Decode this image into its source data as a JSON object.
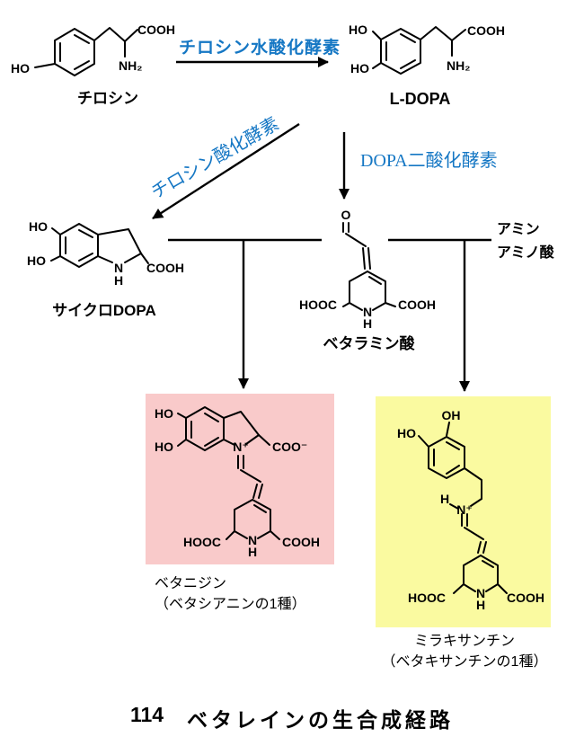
{
  "figure": {
    "number": "114",
    "title": "ベタレインの生合成経路"
  },
  "colors": {
    "enzyme_text": "#1577c4",
    "betacyanin_box": "#f9caca",
    "betaxanthin_box": "#fafaa0",
    "structure": "#000000",
    "background": "#ffffff"
  },
  "enzymes": {
    "tyrosine_hydroxylase": "チロシン水酸化酵素",
    "tyrosine_oxidase": "チロシン酸化酵素",
    "dopa_dioxygenase": "DOPA二酸化酵素"
  },
  "side_note": {
    "line1": "アミン",
    "line2": "アミノ酸"
  },
  "compounds": {
    "tyrosine": {
      "label": "チロシン"
    },
    "l_dopa": {
      "label": "L-DOPA"
    },
    "cyclo_dopa": {
      "label": "サイクロDOPA"
    },
    "betalamic_acid": {
      "label": "ベタラミン酸"
    },
    "betanidin": {
      "label": "ベタニジン",
      "sublabel": "（ベタシアニンの1種）"
    },
    "miraxanthin": {
      "label": "ミラキサンチン",
      "sublabel": "（ベタキサンチンの1種）"
    }
  },
  "atoms": {
    "ho": "HO",
    "oh": "OH",
    "o": "O",
    "cooh": "COOH",
    "hooc": "HOOC",
    "nh2": "NH₂",
    "n": "N",
    "h": "H",
    "n_plus": "N⁺",
    "coo_minus": "COO⁻"
  }
}
